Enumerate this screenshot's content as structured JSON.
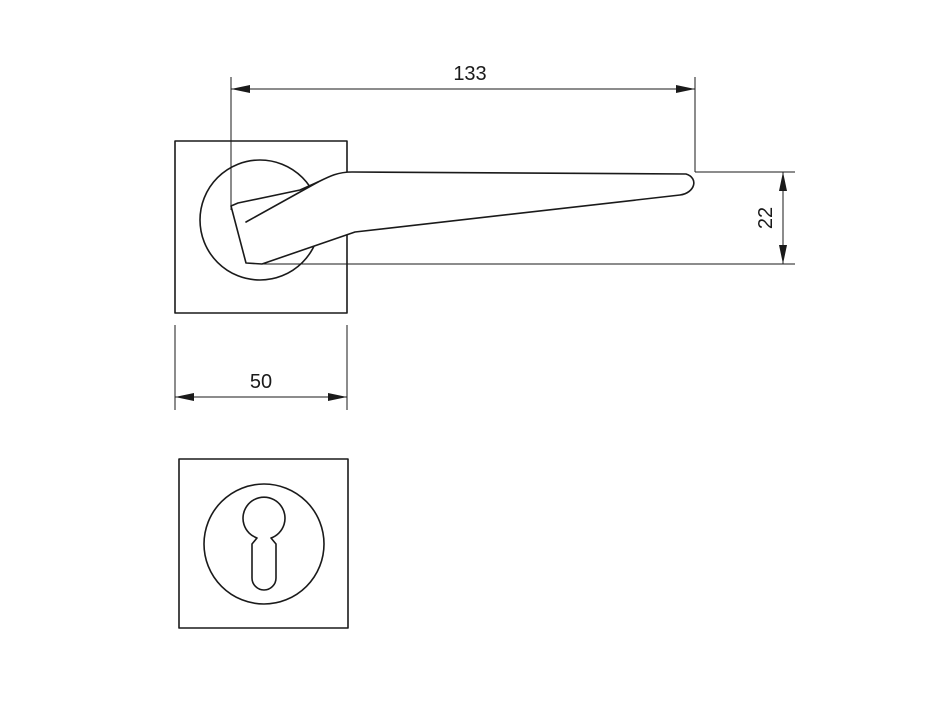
{
  "drawing": {
    "dimensions": {
      "handle_length": "133",
      "handle_height": "22",
      "rose_width": "50"
    },
    "colors": {
      "line": "#1a1a1a",
      "background": "#ffffff"
    }
  }
}
